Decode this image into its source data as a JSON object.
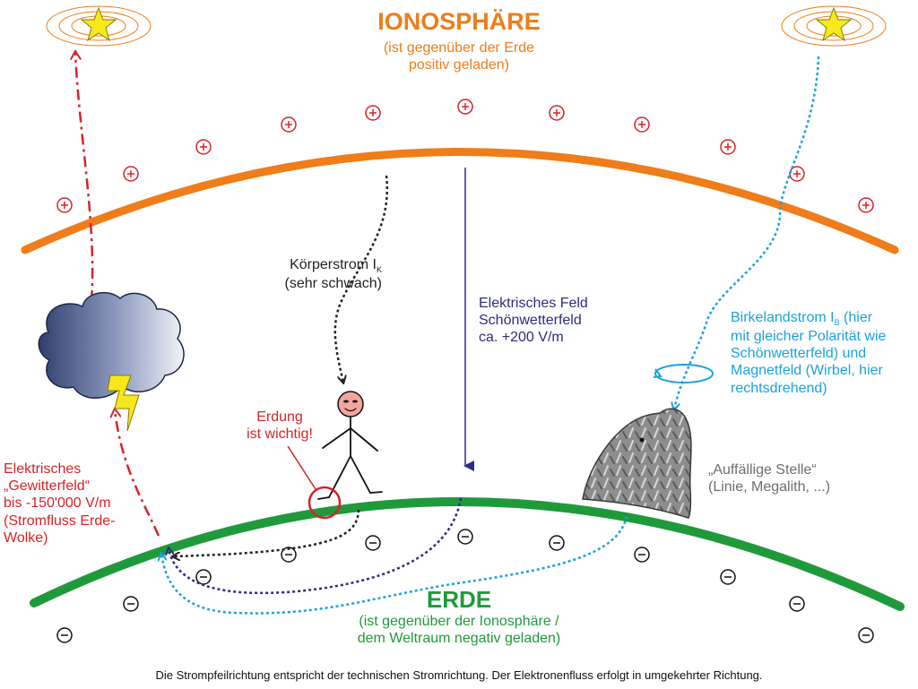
{
  "ionosphere": {
    "title": "IONOSPHÄRE",
    "subtitle": "(ist gegenüber der Erde\npositiv geladen)"
  },
  "earth": {
    "title": "ERDE",
    "subtitle": "(ist gegenüber der Ionosphäre /\ndem Weltraum negativ geladen)"
  },
  "body_current": {
    "label": "Körperstrom I",
    "subscript": "K",
    "note": "(sehr schwach)"
  },
  "fair_weather_field": {
    "text": "Elektrisches Feld\nSchönwetterfeld\nca. +200 V/m"
  },
  "birkeland": {
    "line1": "Birkelandstrom I",
    "subscript": "B",
    "rest": " (hier\nmit gleicher Polarität wie\nSchönwetterfeld) und\nMagnetfeld (Wirbel, hier\nrechtsdrehend)"
  },
  "notable_place": {
    "text": "„Auffällige Stelle“\n(Linie, Megalith, ...)"
  },
  "grounding": {
    "text": "Erdung\nist wichtig!"
  },
  "storm_field": {
    "text": "Elektrisches\n„Gewitterfeld“\nbis -150'000 V/m\n(Stromfluss Erde-\nWolke)"
  },
  "charges": {
    "positive_symbol": "+",
    "negative_symbol": "−"
  },
  "footer": {
    "text": "Die Strompfeilrichtung entspricht der technischen Stromrichtung. Der Elektronenfluss erfolgt in umgekehrter Richtung."
  },
  "colors": {
    "ionosphere": "#ee7d1a",
    "earth": "#1f9a3b",
    "field": "#2e2b82",
    "birkeland": "#1aa3dc",
    "storm": "#d62328",
    "body_current": "#222222",
    "star": "#f7e81c"
  }
}
